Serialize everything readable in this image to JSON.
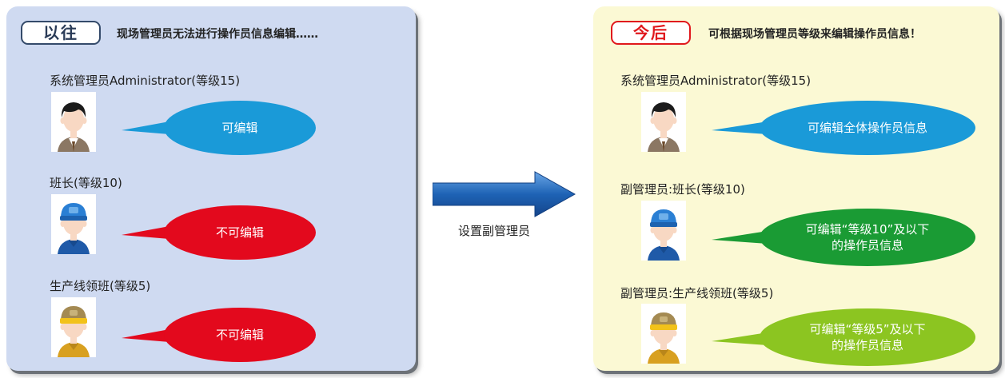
{
  "before": {
    "tag": "以往",
    "headline": "现场管理员无法进行操作员信息编辑……",
    "roles": [
      {
        "label": "系统管理员Administrator(等级15)",
        "bubble": "可编辑",
        "color": "#1a9ad8",
        "avatar": "manager"
      },
      {
        "label": "班长(等级10)",
        "bubble": "不可编辑",
        "color": "#e3091d",
        "avatar": "blue-cap-worker"
      },
      {
        "label": "生产线领班(等级5)",
        "bubble": "不可编辑",
        "color": "#e3091d",
        "avatar": "yellow-cap-worker"
      }
    ]
  },
  "transition": {
    "label": "设置副管理员",
    "arrow_color": "#1e63b5"
  },
  "after": {
    "tag": "今后",
    "headline": "可根据现场管理员等级来编辑操作员信息！",
    "roles": [
      {
        "label": "系统管理员Administrator(等级15)",
        "bubble_lines": [
          "可编辑全体操作员信息"
        ],
        "color": "#1a9ad8",
        "avatar": "manager"
      },
      {
        "label": "副管理员:班长(等级10)",
        "bubble_lines": [
          "可编辑“等级10”及以下",
          "的操作员信息"
        ],
        "color": "#1a9b34",
        "avatar": "blue-cap-worker"
      },
      {
        "label": "副管理员:生产线领班(等级5)",
        "bubble_lines": [
          "可编辑“等级5”及以下",
          "的操作员信息"
        ],
        "color": "#8cc521",
        "avatar": "yellow-cap-worker"
      }
    ]
  }
}
